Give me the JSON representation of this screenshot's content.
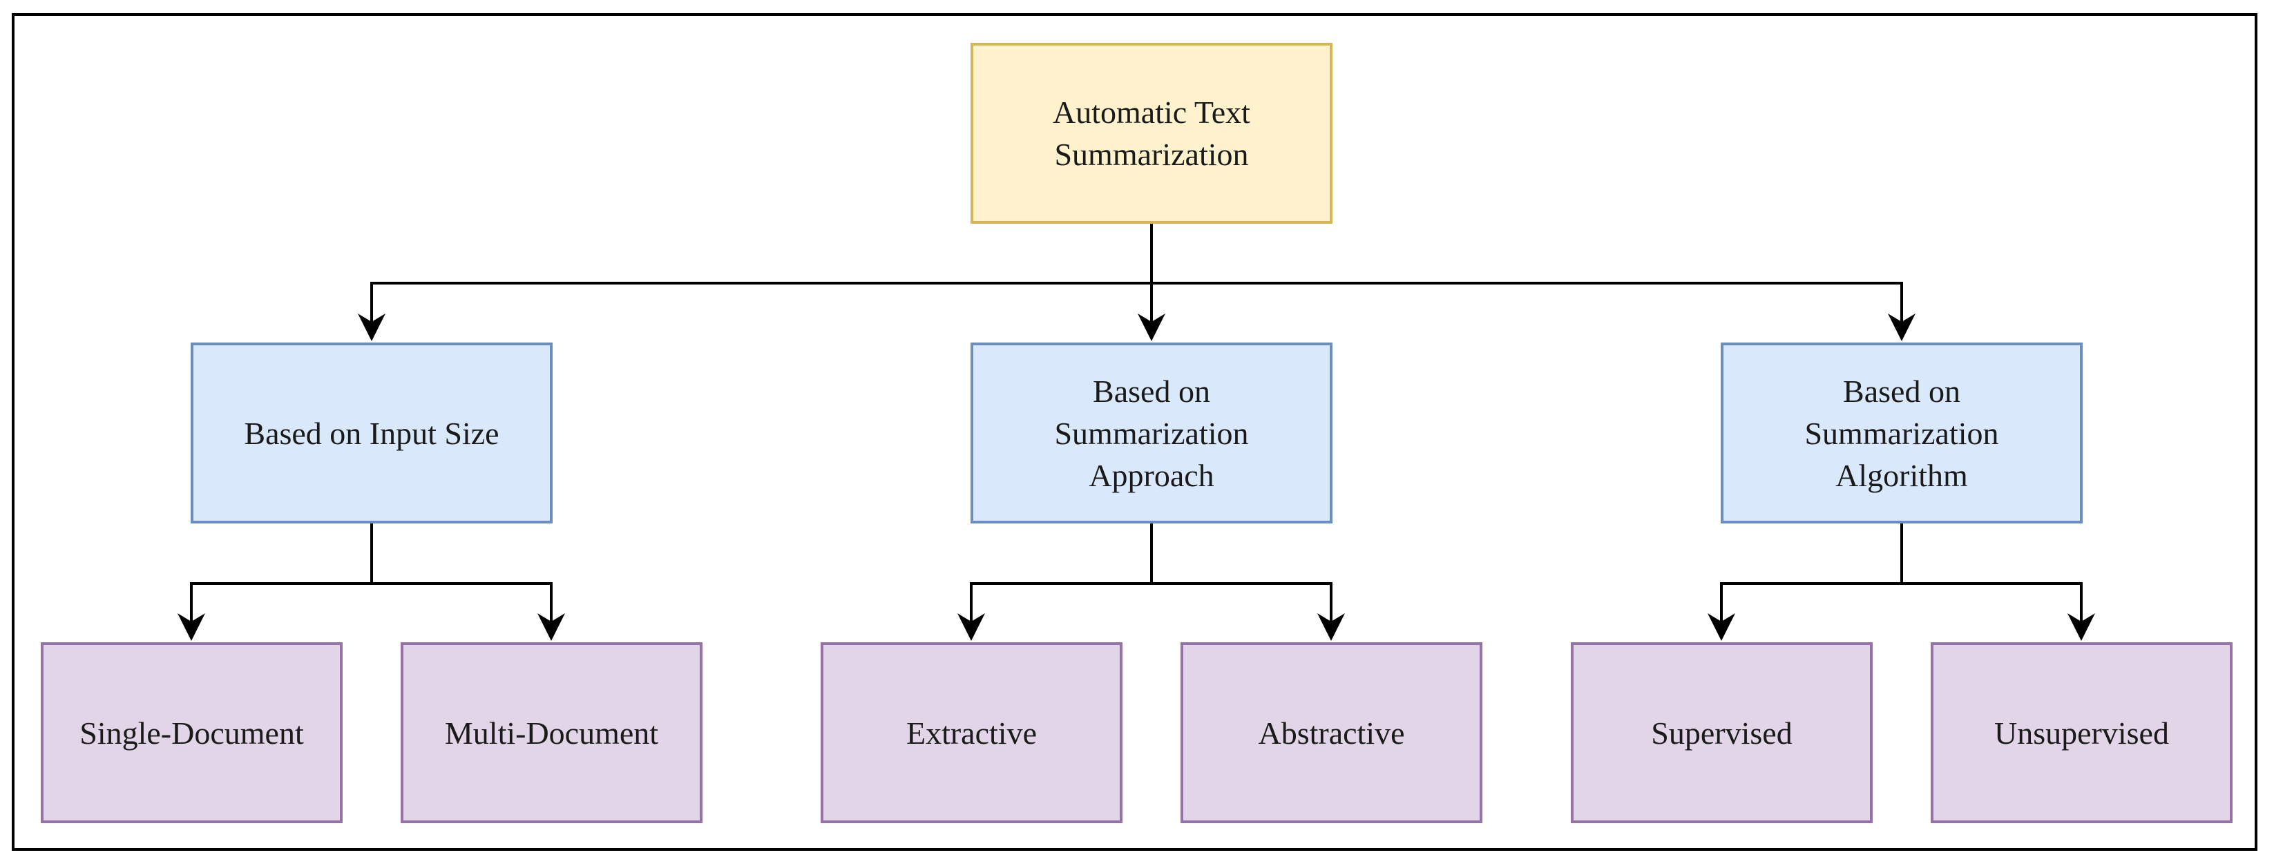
{
  "diagram": {
    "root": {
      "label": "Automatic Text\nSummarization"
    },
    "categories": [
      {
        "label": "Based on Input Size"
      },
      {
        "label": "Based on\nSummarization\nApproach"
      },
      {
        "label": "Based on\nSummarization\nAlgorithm"
      }
    ],
    "leaves": [
      {
        "label": "Single-Document"
      },
      {
        "label": "Multi-Document"
      },
      {
        "label": "Extractive"
      },
      {
        "label": "Abstractive"
      },
      {
        "label": "Supervised"
      },
      {
        "label": "Unsupervised"
      }
    ],
    "edges": [
      [
        "root",
        "categories.0"
      ],
      [
        "root",
        "categories.1"
      ],
      [
        "root",
        "categories.2"
      ],
      [
        "categories.0",
        "leaves.0"
      ],
      [
        "categories.0",
        "leaves.1"
      ],
      [
        "categories.1",
        "leaves.2"
      ],
      [
        "categories.1",
        "leaves.3"
      ],
      [
        "categories.2",
        "leaves.4"
      ],
      [
        "categories.2",
        "leaves.5"
      ]
    ],
    "colors": {
      "root_fill": "#fff2cc",
      "root_border": "#d6b656",
      "category_fill": "#dae8fc",
      "category_border": "#6c8ebf",
      "leaf_fill": "#e1d5e7",
      "leaf_border": "#9673a6",
      "connector": "#000000"
    }
  }
}
